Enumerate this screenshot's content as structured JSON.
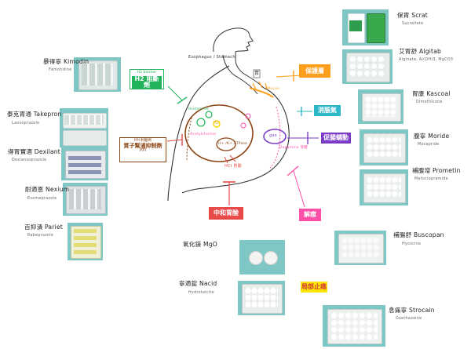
{
  "colors": {
    "photo_bg": "#7fc7c4",
    "green": "#23b35b",
    "orange": "#ff9e1b",
    "blue": "#2bb7c6",
    "purple": "#7a3bc7",
    "red": "#e84a4a",
    "pink": "#ff4fa8",
    "yellow": "#ffe600",
    "brown": "#8b4513"
  },
  "drugs_left": [
    {
      "name": "暴得寧 Kimodin",
      "generic": "Famotidine"
    },
    {
      "name": "泰克胃通 Takepron",
      "generic": "Lansoprazole"
    },
    {
      "name": "得胃寶適 Dexilant",
      "generic": "Dexlansoprazole"
    },
    {
      "name": "耐適恩 Nexium",
      "generic": "Esomeprazole"
    },
    {
      "name": "百抑潰 Pariet",
      "generic": "Rabeprazole"
    }
  ],
  "drugs_right": [
    {
      "name": "保胃 Scrat",
      "generic": "Sucralfate"
    },
    {
      "name": "艾胃舒 Algitab",
      "generic": "Alginate, Al(OH)3, MgCO3"
    },
    {
      "name": "胃康 Kascoal",
      "generic": "Dimethicone"
    },
    {
      "name": "腹寧 Moride",
      "generic": "Mosapride"
    },
    {
      "name": "補腹增 Prometin",
      "generic": "Metoclopramide"
    },
    {
      "name": "補腸舒 Buscopan",
      "generic": "Hyoscine"
    },
    {
      "name": "息痛寧 Strocain",
      "generic": "Oxethazaine"
    }
  ],
  "drugs_bottom": [
    {
      "name": "氧化鎂 MgO",
      "generic": ""
    },
    {
      "name": "寧適錠 Nacid",
      "generic": "Hydrotalcite"
    }
  ],
  "tags": {
    "h2": {
      "small": "H2 blocker",
      "big": "H2 阻斷劑"
    },
    "ppi": {
      "small": "PPI 制酸劑",
      "big": "質子幫浦抑制劑",
      "sub": "PPI"
    },
    "protect": "保護層",
    "gas": "消脹氣",
    "motility": "促腸蠕動",
    "neutralize": "中和胃酸",
    "spasm": "解痙",
    "anesthetic": "局部止痛"
  },
  "diagram": {
    "esophagus_label": "Esophagus / Stomach",
    "stomach_mark": "胃",
    "mucus_label": "Mucus",
    "histamine_label": "Histamine",
    "receptor_h2": "H2",
    "pump_label": "H+ /K+ ATPase",
    "hcl_label": "HCl 胃酸",
    "gas_label": "gas",
    "dopamine_label": "Dopamine 受體",
    "ach_label": "Acetylcholine"
  }
}
